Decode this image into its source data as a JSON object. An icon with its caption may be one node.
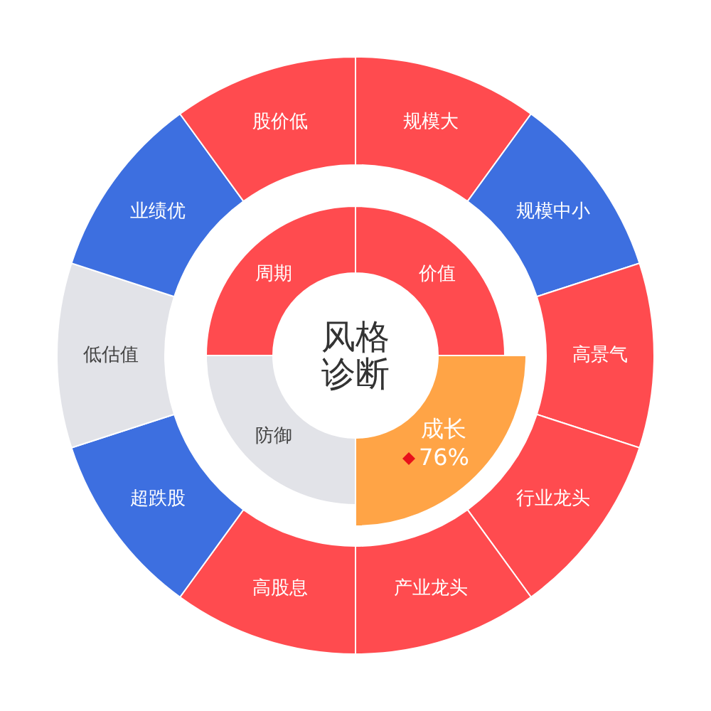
{
  "diagram": {
    "nodes": [
      {
        "text": [
          "风格诊断"
        ]
      },
      {
        "text": [
          "价值"
        ]
      },
      {
        "text": [
          "成长",
          "76%"
        ]
      },
      {
        "text": [
          "防御"
        ]
      },
      {
        "text": [
          "周期"
        ]
      },
      {
        "text": [
          "规模大"
        ]
      },
      {
        "text": [
          "规模中小"
        ]
      },
      {
        "text": [
          "高景气"
        ]
      },
      {
        "text": [
          "行业龙头"
        ]
      },
      {
        "text": [
          "产业龙头"
        ]
      },
      {
        "text": [
          "高股息"
        ]
      },
      {
        "text": [
          "超跌股"
        ]
      },
      {
        "text": [
          "低估值"
        ]
      },
      {
        "text": [
          "业绩优"
        ]
      },
      {
        "text": [
          "股价低"
        ]
      }
    ]
  }
}
